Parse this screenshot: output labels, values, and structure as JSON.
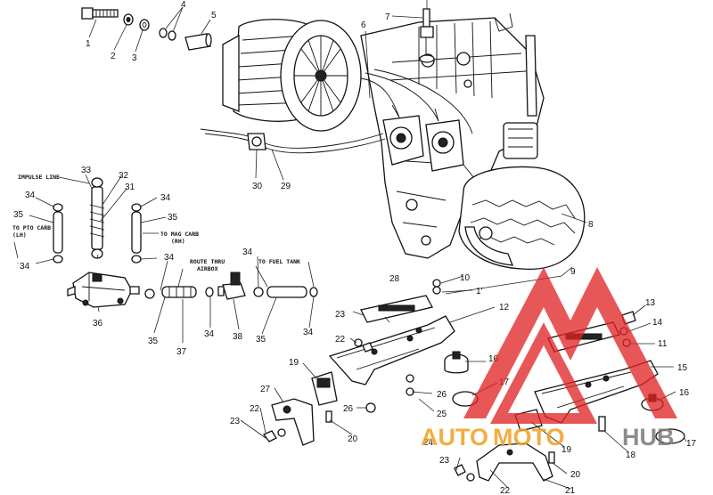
{
  "callouts": {
    "c1": "1",
    "c2": "2",
    "c3": "3",
    "c4": "4",
    "c5": "5",
    "c6": "6",
    "c7": "7",
    "c8": "8",
    "c9": "9",
    "c10": "10",
    "c11a": "1'",
    "c11b": "11",
    "c12": "12",
    "c13": "13",
    "c14": "14",
    "c15": "15",
    "c16a": "16",
    "c16b": "16",
    "c17a": "17",
    "c17b": "17",
    "c18": "18",
    "c19": "19",
    "c20a": "20",
    "c20b": "20",
    "c21": "21",
    "c22a": "22",
    "c22b": "22",
    "c22c": "22",
    "c23a": "23",
    "c23b": "23",
    "c23c": "23",
    "c24": "24",
    "c25": "25",
    "c26a": "26",
    "c26b": "26",
    "c27": "27",
    "c28": "28",
    "c29": "29",
    "c30": "30",
    "c31": "31",
    "c32": "32",
    "c33": "33",
    "c34a": "34",
    "c34b": "34",
    "c34c": "34",
    "c34d": "34",
    "c34e": "34",
    "c34f": "34",
    "c34g": "34",
    "c35a": "35",
    "c35b": "35",
    "c35c": "35",
    "c35d": "35",
    "c36": "36",
    "c37": "37",
    "c38": "38"
  },
  "notes": {
    "impulse_line": "IMPULSE LINE",
    "to_pto_carb_1": "TO PTO CARB",
    "to_pto_carb_2": "(LH)",
    "to_mag_carb_1": "TO MAG CARB",
    "to_mag_carb_2": "(RH)",
    "route_thru_1": "ROUTE THRU",
    "route_thru_2": "AIRBOX",
    "to_fuel_tank": "TO FUEL TANK"
  },
  "watermark": {
    "part1": "AUTO",
    "part2": "MOTO",
    "part3": "HUB",
    "color_red": "#e02424",
    "color_orange": "#f0a020",
    "color_gray": "#7a7a7a"
  }
}
